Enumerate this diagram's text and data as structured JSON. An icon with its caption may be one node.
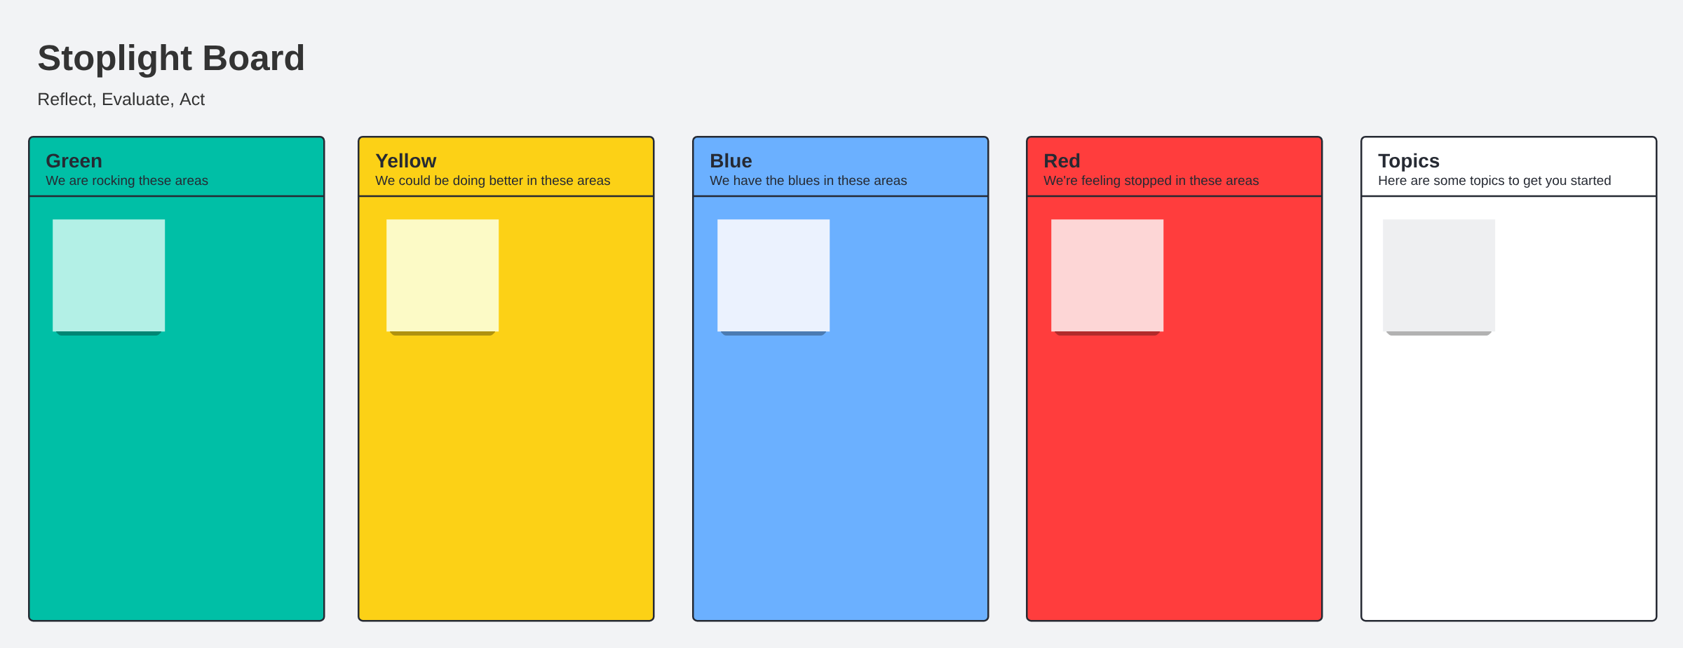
{
  "diagram": {
    "title": "Stoplight Board",
    "nodes": [
      {
        "text": [
          "Green",
          "We are rocking these areas"
        ]
      },
      {
        "text": [],
        "shape": "box",
        "in": 0
      },
      {
        "text": [
          "Yellow",
          "We could be doing better in these areas"
        ]
      },
      {
        "text": [],
        "shape": "box",
        "in": 2
      },
      {
        "text": [
          "Blue",
          "We have the blues in these areas"
        ]
      },
      {
        "text": [],
        "shape": "box",
        "in": 4
      },
      {
        "text": [
          "Red",
          "We're feeling stopped in these areas"
        ]
      },
      {
        "text": [],
        "shape": "box",
        "in": 6
      },
      {
        "text": [
          "Topics",
          "Here are some topics to get you started"
        ]
      },
      {
        "text": [],
        "shape": "box",
        "in": 8
      }
    ],
    "labels": [
      "Reflect, Evaluate, Act"
    ]
  }
}
